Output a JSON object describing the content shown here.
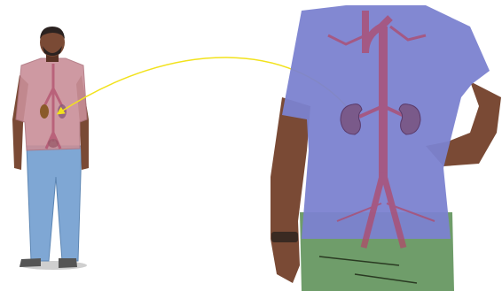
{
  "scene": {
    "background": "#ffffff",
    "colors": {
      "skin": "#7a4a35",
      "skin_dark": "#5a3325",
      "hair": "#2b2220",
      "shirt_small": "#c98f98",
      "shirt_large": "#7b82d0",
      "pants_small": "#7fa7d4",
      "pants_large": "#6f9d6a",
      "shoes": "#555555",
      "vessel": "#b04a6a",
      "kidney": "#8a5a7a",
      "arrow": "#f2e21c",
      "watch": "#3a2a22"
    },
    "icons": [
      "full-body-figure",
      "torso-closeup",
      "kidney-highlight",
      "callout-arrow"
    ]
  }
}
